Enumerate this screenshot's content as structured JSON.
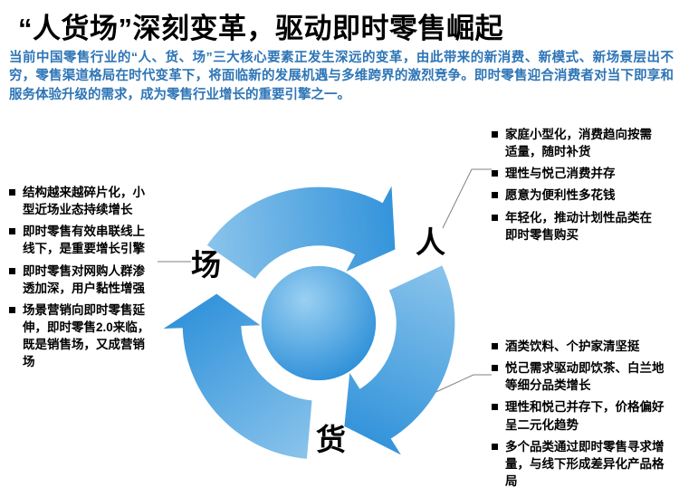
{
  "title": "“人货场”深刻变革，驱动即时零售崛起",
  "intro": "当前中国零售行业的“人、货、场”三大核心要素正发生深远的变革，由此带来的新消费、新模式、新场景层出不穷，零售渠道格局在时代变革下，将面临新的发展机遇与多维跨界的激烈竞争。即时零售迎合消费者对当下即享和服务体验升级的需求，成为零售行业增长的重要引擎之一。",
  "diagram": {
    "labels": {
      "ren": "人",
      "huo": "货",
      "chang": "场"
    }
  },
  "lists": {
    "chang": {
      "items": [
        "结构越来越碎片化，小型近场业态持续增长",
        "即时零售有效串联线上线下，是重要增长引擎",
        "即时零售对网购人群渗透加深，用户黏性增强",
        "场景营销向即时零售延伸，即时零售2.0来临，既是销售场，又成营销场"
      ]
    },
    "ren": {
      "items": [
        "家庭小型化，消费趋向按需适量，随时补货",
        "理性与悦己消费并存",
        "愿意为便利性多花钱",
        "年轻化，推动计划性品类在即时零售购买"
      ]
    },
    "huo": {
      "items": [
        "酒类饮料、个护家清坚挺",
        "悦己需求驱动即饮茶、白兰地等细分品类增长",
        "理性和悦己并存下，价格偏好呈二元化趋势",
        "多个品类通过即时零售寻求增量，与线下形成差异化产品格局"
      ]
    }
  },
  "colors": {
    "title_text": "#000000",
    "intro_text": "#2E75B6",
    "arrow_light": "#8EC6EC",
    "arrow_dark": "#2B8FD9",
    "circle_light": "#9AD0F2",
    "circle_dark": "#1E86D4",
    "connector": "#808080",
    "bullet": "#000000"
  }
}
